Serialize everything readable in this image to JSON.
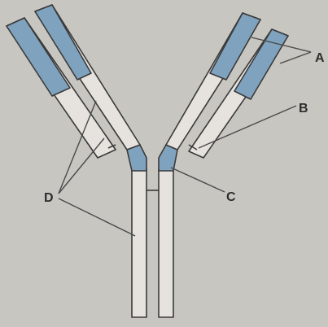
{
  "diagram": {
    "subject": "antibody",
    "colors": {
      "background": "#c8c6c1",
      "chain_fill": "#e6e3df",
      "variable_region": "#7fa2be",
      "outline": "#3a3a3a",
      "leader_line": "#4a4a4a"
    },
    "labels": {
      "A": "A",
      "B": "B",
      "C": "C",
      "D": "D"
    }
  }
}
